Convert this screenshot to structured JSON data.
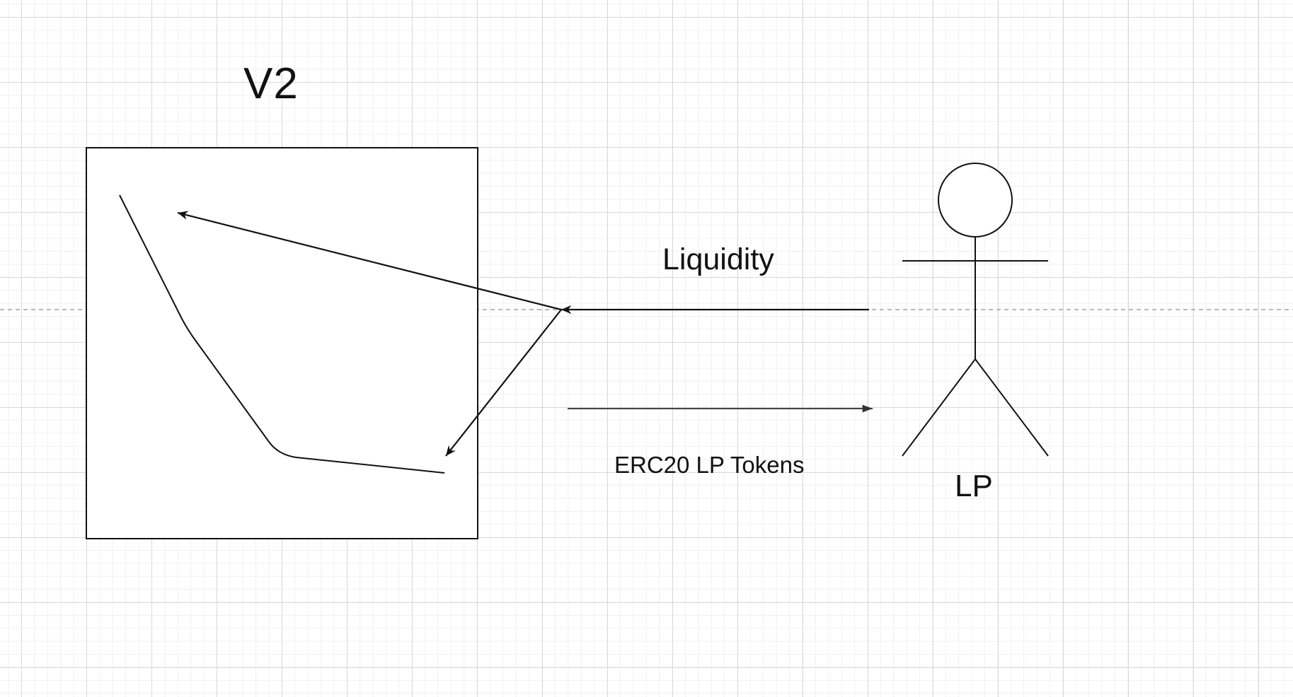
{
  "diagram": {
    "title": "V2",
    "edges": {
      "liquidity": {
        "label": "Liquidity"
      },
      "lp_tokens": {
        "label": "ERC20 LP Tokens"
      }
    },
    "actor": {
      "label": "LP"
    }
  },
  "colors": {
    "stroke": "#111111",
    "grid_major": "#d9d9d9",
    "grid_minor": "#f0f0f0",
    "guide": "#b8b8b8"
  },
  "icons": {
    "actor": "stick-figure-icon",
    "curve": "liquidity-curve-icon"
  }
}
